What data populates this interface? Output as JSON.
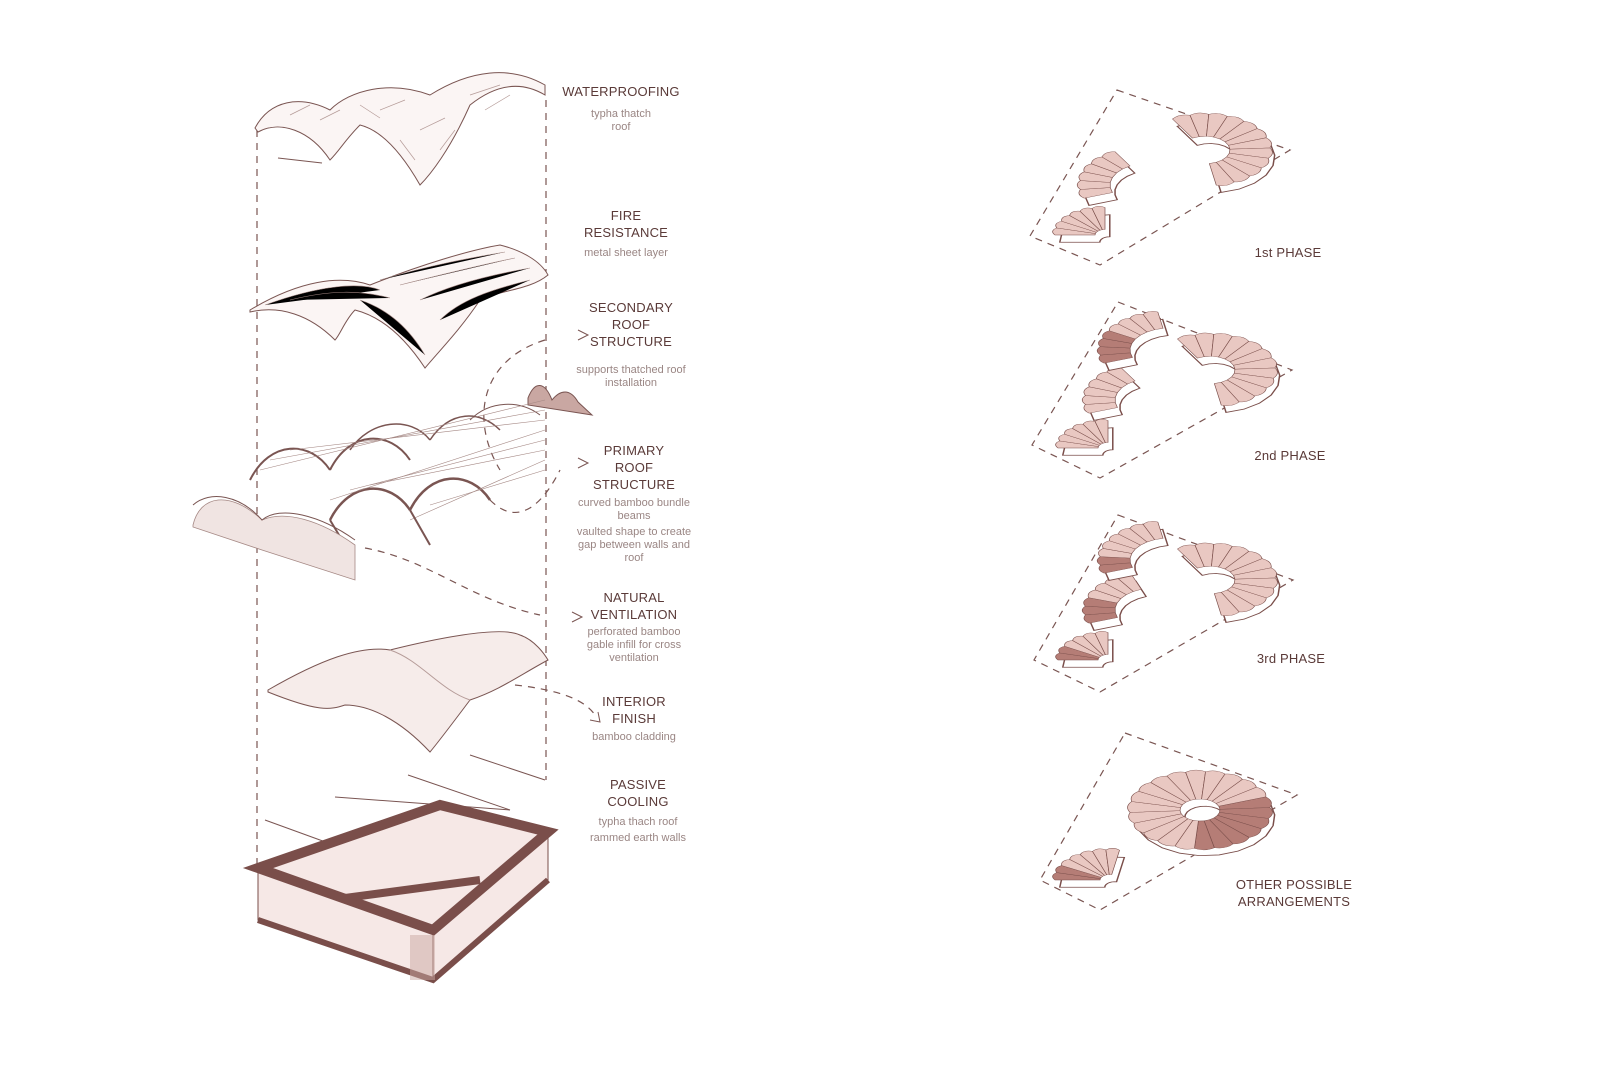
{
  "colors": {
    "brown": "#7a4e4a",
    "pink": "#f6e8e6",
    "mid": "#e9c8c2",
    "dark": "#b57d76"
  },
  "layers": [
    {
      "title": [
        "WATERPROOFING"
      ],
      "sub": [
        "typha thatch",
        "roof"
      ]
    },
    {
      "title": [
        "FIRE",
        "RESISTANCE"
      ],
      "sub": [
        "metal sheet layer"
      ]
    },
    {
      "title": [
        "SECONDARY",
        "ROOF",
        "STRUCTURE"
      ],
      "sub": [
        "supports thatched roof",
        "installation"
      ]
    },
    {
      "title": [
        "PRIMARY",
        "ROOF",
        "STRUCTURE"
      ],
      "sub": [
        "curved bamboo bundle",
        "beams",
        "vaulted shape to create",
        "gap between walls and",
        "roof"
      ]
    },
    {
      "title": [
        "NATURAL",
        "VENTILATION"
      ],
      "sub": [
        "perforated bamboo",
        "gable infill for cross",
        "ventilation"
      ]
    },
    {
      "title": [
        "INTERIOR",
        "FINISH"
      ],
      "sub": [
        "bamboo cladding"
      ]
    },
    {
      "title": [
        "PASSIVE",
        "COOLING"
      ],
      "sub": [
        "typha thach roof",
        "rammed earth walls"
      ]
    }
  ],
  "phases": [
    {
      "label": [
        "1st PHASE"
      ]
    },
    {
      "label": [
        "2nd PHASE"
      ]
    },
    {
      "label": [
        "3rd PHASE"
      ]
    },
    {
      "label": [
        "OTHER POSSIBLE",
        "ARRANGEMENTS"
      ]
    }
  ]
}
